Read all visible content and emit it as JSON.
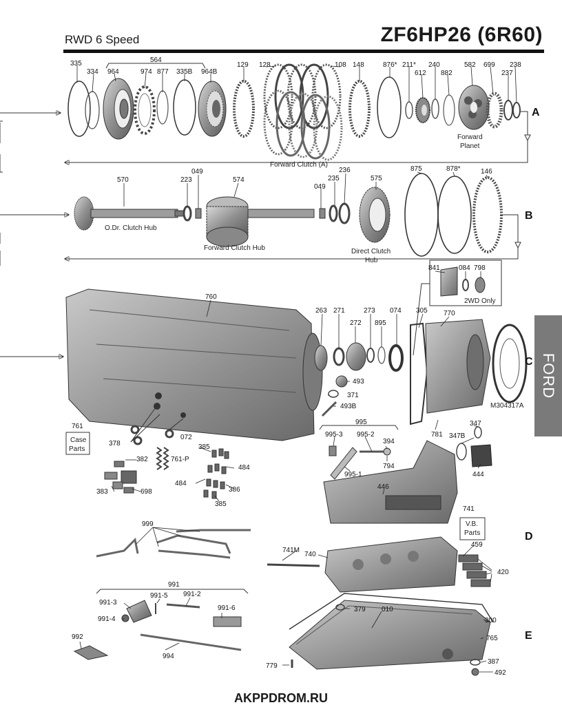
{
  "header": {
    "subtitle": "RWD 6 Speed",
    "title": "ZF6HP26 (6R60)"
  },
  "side_tab": {
    "label": "FORD"
  },
  "footer": {
    "watermark": "AKPPDROM.RU"
  },
  "sections": {
    "a": "A",
    "b": "B",
    "c": "C",
    "d": "D",
    "e": "E"
  },
  "captions": {
    "forward_planet_1": "Forward",
    "forward_planet_2": "Planet",
    "forward_clutch": "Forward Clutch (A)",
    "odr_clutch_hub": "O.Dr. Clutch Hub",
    "forward_clutch_hub": "Forward Clutch Hub",
    "direct_clutch_hub_1": "Direct Clutch",
    "direct_clutch_hub_2": "Hub",
    "two_wd_only": "2WD Only",
    "m304317a": "M304317A",
    "case_parts_1": "Case",
    "case_parts_2": "Parts",
    "vb_parts_1": "V.B.",
    "vb_parts_2": "Parts"
  },
  "parts": {
    "p335": "335",
    "p334": "334",
    "p564": "564",
    "p964": "964",
    "p974": "974",
    "p877": "877",
    "p335b": "335B",
    "p964b": "964B",
    "p129": "129",
    "p128": "128",
    "p108": "108",
    "p148": "148",
    "p876": "876*",
    "p211": "211*",
    "p612": "612",
    "p240": "240",
    "p882": "882",
    "p582": "582",
    "p699": "699",
    "p237": "237",
    "p238": "238",
    "p570": "570",
    "p223": "223",
    "p049a": "049",
    "p574": "574",
    "p049b": "049",
    "p235": "235",
    "p236": "236",
    "p575": "575",
    "p875": "875",
    "p878": "878*",
    "p146": "146",
    "p841": "841",
    "p084": "084",
    "p798": "798",
    "p760": "760",
    "p263": "263",
    "p271": "271",
    "p272": "272",
    "p273": "273",
    "p895": "895",
    "p074": "074",
    "p305": "305",
    "p770": "770",
    "p493": "493",
    "p371": "371",
    "p493b": "493B",
    "p761": "761",
    "p378": "378",
    "p072": "072",
    "p382": "382",
    "p383": "383",
    "p698": "698",
    "p761p": "761-P",
    "p385a": "385",
    "p484a": "484",
    "p484b": "484",
    "p386": "386",
    "p385b": "385",
    "p995": "995",
    "p9953": "995-3",
    "p9952": "995-2",
    "p394": "394",
    "p794": "794",
    "p9951": "995-1",
    "p781": "781",
    "p347": "347",
    "p347b": "347B",
    "p444": "444",
    "p446": "446",
    "p741": "741",
    "p741m": "741M",
    "p740": "740",
    "p459": "459",
    "p420": "420",
    "p999": "999",
    "p991": "991",
    "p9913": "991-3",
    "p9915": "991-5",
    "p9912": "991-2",
    "p9914": "991-4",
    "p9916": "991-6",
    "p992": "992",
    "p994": "994",
    "p379": "379",
    "p010": "010",
    "p300": "300",
    "p765": "765",
    "p779": "779",
    "p387": "387",
    "p492": "492"
  },
  "colors": {
    "ink": "#111111",
    "metal_dark": "#6f6f6f",
    "metal_mid": "#9a9a9a",
    "metal_light": "#cfcfcf",
    "tab_gray": "#7a7a7a"
  }
}
